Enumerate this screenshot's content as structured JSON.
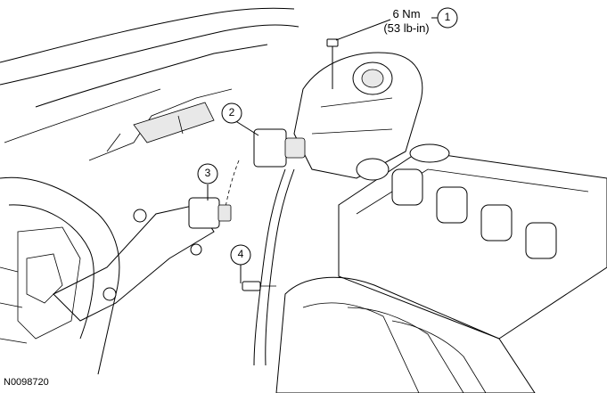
{
  "torque": {
    "metric": "6 Nm",
    "imperial": "(53 lb-in)"
  },
  "callouts": [
    "1",
    "2",
    "3",
    "4"
  ],
  "figure_code": "N0098720"
}
